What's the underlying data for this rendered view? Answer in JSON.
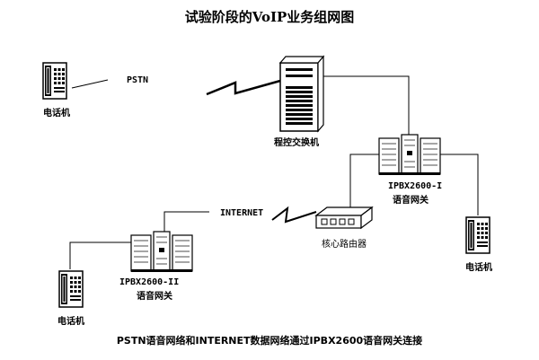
{
  "title": "试验阶段的VoIP业务组网图",
  "labels": {
    "pstn": "PSTN",
    "internet": "INTERNET",
    "phone_top_left": "电话机",
    "phone_right": "电话机",
    "phone_bottom_left": "电话机",
    "exchange": "程控交换机",
    "gateway1_model": "IPBX2600-I",
    "gateway1_name": "语音网关",
    "gateway2_model": "IPBX2600-II",
    "gateway2_name": "语音网关",
    "router": "核心路由器"
  },
  "caption": "PSTN语音网络和INTERNET数据网络通过IPBX2600语音网关连接",
  "icons": [
    "telephone-icon",
    "exchange-server-icon",
    "gateway-rack-icon",
    "router-icon",
    "lightning-link-icon"
  ]
}
